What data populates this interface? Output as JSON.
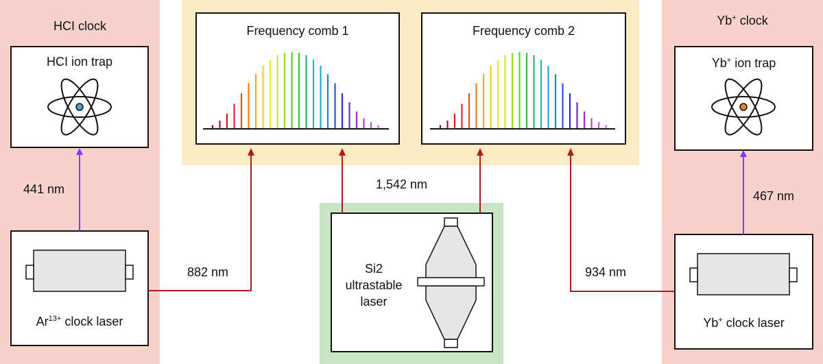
{
  "panels": {
    "hci_clock": {
      "title": "HCI clock",
      "trap_label": "HCI ion trap"
    },
    "yb_clock": {
      "title_base": "Yb",
      "title_sup": "+",
      "title_rest": " clock",
      "trap_base": "Yb",
      "trap_sup": "+",
      "trap_rest": " ion trap"
    },
    "comb1": {
      "title": "Frequency comb 1"
    },
    "comb2": {
      "title": "Frequency comb 2"
    },
    "si2": {
      "line1": "Si2",
      "line2": "ultrastable",
      "line3": "laser"
    }
  },
  "lasers": {
    "ar": {
      "base": "Ar",
      "sup": "13+",
      "rest": " clock laser"
    },
    "yb": {
      "base": "Yb",
      "sup": "+",
      "rest": " clock laser"
    }
  },
  "wavelengths": {
    "w441": "441 nm",
    "w882": "882 nm",
    "w1542": "1,542 nm",
    "w934": "934 nm",
    "w467": "467 nm"
  },
  "colors": {
    "hci_panel": "#f8d0cc",
    "comb_panel": "#fcebc4",
    "si2_panel": "#c9e5c5",
    "red_link": "#b01c1c",
    "violet_link": "#7b3cff",
    "hci_nucleus": "#3fa3e0",
    "yb_nucleus": "#e8822a",
    "box_fill": "#ffffff",
    "device_fill": "#e6e6e6"
  },
  "comb_spectrum": {
    "colors": [
      "#7a1010",
      "#b01010",
      "#d41818",
      "#e52a2a",
      "#ec4a1e",
      "#f07a1a",
      "#f4a81c",
      "#f6cf1e",
      "#e9e61e",
      "#c6e81e",
      "#8ee01e",
      "#4fd61e",
      "#2cc83a",
      "#22bf6a",
      "#22bba3",
      "#22a8d0",
      "#2282dc",
      "#2256d8",
      "#2a2ac8",
      "#6226d8",
      "#9626e0",
      "#b03ae8",
      "#c34ef0",
      "#cf62f4"
    ],
    "heights": [
      0.04,
      0.1,
      0.19,
      0.32,
      0.46,
      0.59,
      0.71,
      0.82,
      0.9,
      0.96,
      0.99,
      1.0,
      0.99,
      0.96,
      0.9,
      0.82,
      0.71,
      0.59,
      0.46,
      0.34,
      0.22,
      0.13,
      0.08,
      0.04
    ]
  }
}
